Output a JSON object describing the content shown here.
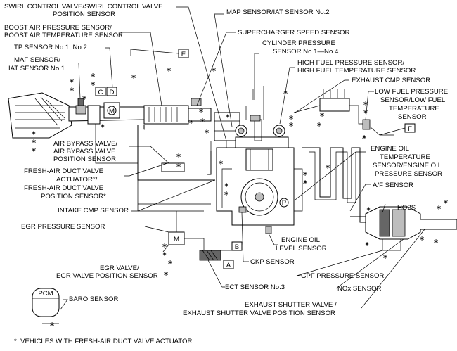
{
  "labels": {
    "swirl_1": "SWIRL CONTROL VALVE/SWIRL CONTROL VALVE",
    "swirl_2": "POSITION SENSOR",
    "map_iat2": "MAP SENSOR/IAT SENSOR No.2",
    "boost_1": "BOOST AIR PRESSURE SENSOR/",
    "boost_2": "BOOST AIR TEMPERATURE SENSOR",
    "supercharger": "SUPERCHARGER SPEED SENSOR",
    "tp": "TP SENSOR No.1, No.2",
    "cyl_1": "CYLINDER PRESSURE",
    "cyl_2": "SENSOR No.1—No.4",
    "maf_1": "MAF SENSOR/",
    "maf_2": "IAT SENSOR No.1",
    "hfp_1": "HIGH FUEL PRESSURE SENSOR/",
    "hfp_2": "HIGH FUEL TEMPERATURE SENSOR",
    "exh_cmp": "EXHAUST CMP SENSOR",
    "lfp_1": "LOW FUEL PRESSURE",
    "lfp_2": "SENSOR/LOW FUEL",
    "lfp_3": "TEMPERATURE",
    "lfp_4": "SENSOR",
    "abv_1": "AIR BYPASS VALVE/",
    "abv_2": "AIR BYPASS VALVE",
    "abv_3": "POSITION SENSOR",
    "eot_1": "ENGINE OIL",
    "eot_2": "TEMPERATURE",
    "eot_3": "SENSOR/ENGINE OIL",
    "eot_4": "PRESSURE SENSOR",
    "fad_1": "FRESH-AIR DUCT VALVE",
    "fad_2": "ACTUATOR*/",
    "fad_3": "FRESH-AIR DUCT VALVE",
    "fad_4": "POSITION SENSOR*",
    "af": "A/F SENSOR",
    "intake_cmp": "INTAKE CMP SENSOR",
    "ho2s": "HO2S",
    "egr_pressure": "EGR PRESSURE SENSOR",
    "eol_1": "ENGINE OIL",
    "eol_2": "LEVEL SENSOR",
    "ckp": "CKP SENSOR",
    "egr_1": "EGR VALVE/",
    "egr_2": "EGR VALVE POSITION SENSOR",
    "gpf": "GPF PRESSURE SENSOR",
    "ect": "ECT SENSOR No.3",
    "nox": "NOx SENSOR",
    "pcm": "PCM",
    "baro": "BARO SENSOR",
    "shutter_1": "EXHAUST SHUTTER VALVE /",
    "shutter_2": "EXHAUST SHUTTER VALVE POSITION SENSOR",
    "footnote": "*: VEHICLES WITH FRESH-AIR DUCT VALVE ACTUATOR"
  },
  "connectors": {
    "a": "A",
    "b": "B",
    "c": "C",
    "d": "D",
    "e": "E",
    "f": "F",
    "m": "M",
    "p": "P"
  },
  "symbols": {
    "asterisk": "∗"
  }
}
